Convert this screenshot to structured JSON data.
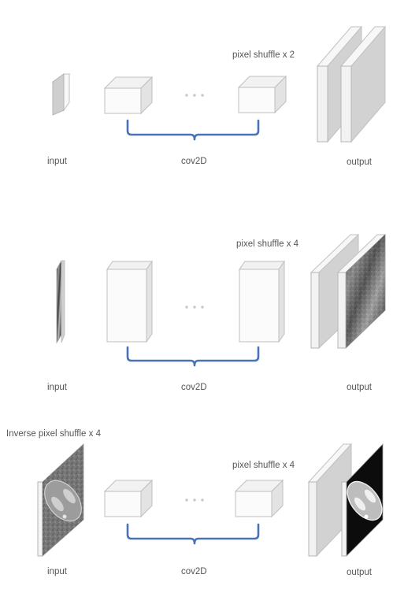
{
  "rows": [
    {
      "input_label": "input",
      "conv_label": "cov2D",
      "output_label": "output",
      "upsample_label": "pixel shuffle x 2"
    },
    {
      "input_label": "input",
      "conv_label": "cov2D",
      "output_label": "output",
      "upsample_label": "pixel shuffle x 4"
    },
    {
      "input_label": "input",
      "conv_label": "cov2D",
      "output_label": "output",
      "upsample_label": "pixel shuffle x 4",
      "downsample_label": "Inverse pixel shuffle x 4"
    }
  ],
  "colors": {
    "brace": "#4a72b8",
    "block": "#fbfbfb",
    "plate": "#d9d9d9"
  }
}
